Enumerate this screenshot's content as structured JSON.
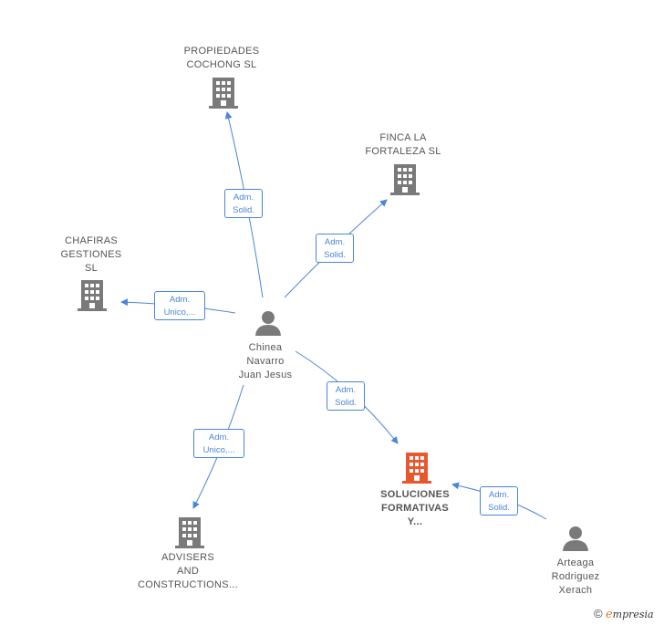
{
  "colors": {
    "edge": "#4a86d6",
    "node": "#7a7a7a",
    "focus": "#e8582f"
  },
  "nodes": {
    "propiedades": {
      "lines": [
        "PROPIEDADES",
        "COCHONG  SL"
      ],
      "type": "building-icon"
    },
    "finca": {
      "lines": [
        "FINCA LA",
        "FORTALEZA  SL"
      ],
      "type": "building-icon"
    },
    "chafiras": {
      "lines": [
        "CHAFIRAS",
        "GESTIONES",
        "SL"
      ],
      "type": "building-icon"
    },
    "chinea": {
      "lines": [
        "Chinea",
        "Navarro",
        "Juan Jesus"
      ],
      "type": "person-icon"
    },
    "soluciones": {
      "lines": [
        "SOLUCIONES",
        "FORMATIVAS",
        "Y..."
      ],
      "type": "building-icon"
    },
    "advisers": {
      "lines": [
        "ADVISERS",
        "AND",
        "CONSTRUCTIONS..."
      ],
      "type": "building-icon"
    },
    "arteaga": {
      "lines": [
        "Arteaga",
        "Rodriguez",
        "Xerach"
      ],
      "type": "person-icon"
    }
  },
  "edges": {
    "to_propiedades": [
      "Adm.",
      "Solid."
    ],
    "to_finca": [
      "Adm.",
      "Solid."
    ],
    "to_chafiras": [
      "Adm.",
      "Unico,..."
    ],
    "to_soluciones": [
      "Adm.",
      "Solid."
    ],
    "to_advisers": [
      "Adm.",
      "Unico,..."
    ],
    "arteaga_to_soluciones": [
      "Adm.",
      "Solid."
    ]
  },
  "brand": {
    "copyright": "©",
    "e": "e",
    "rest": "mpresia"
  }
}
